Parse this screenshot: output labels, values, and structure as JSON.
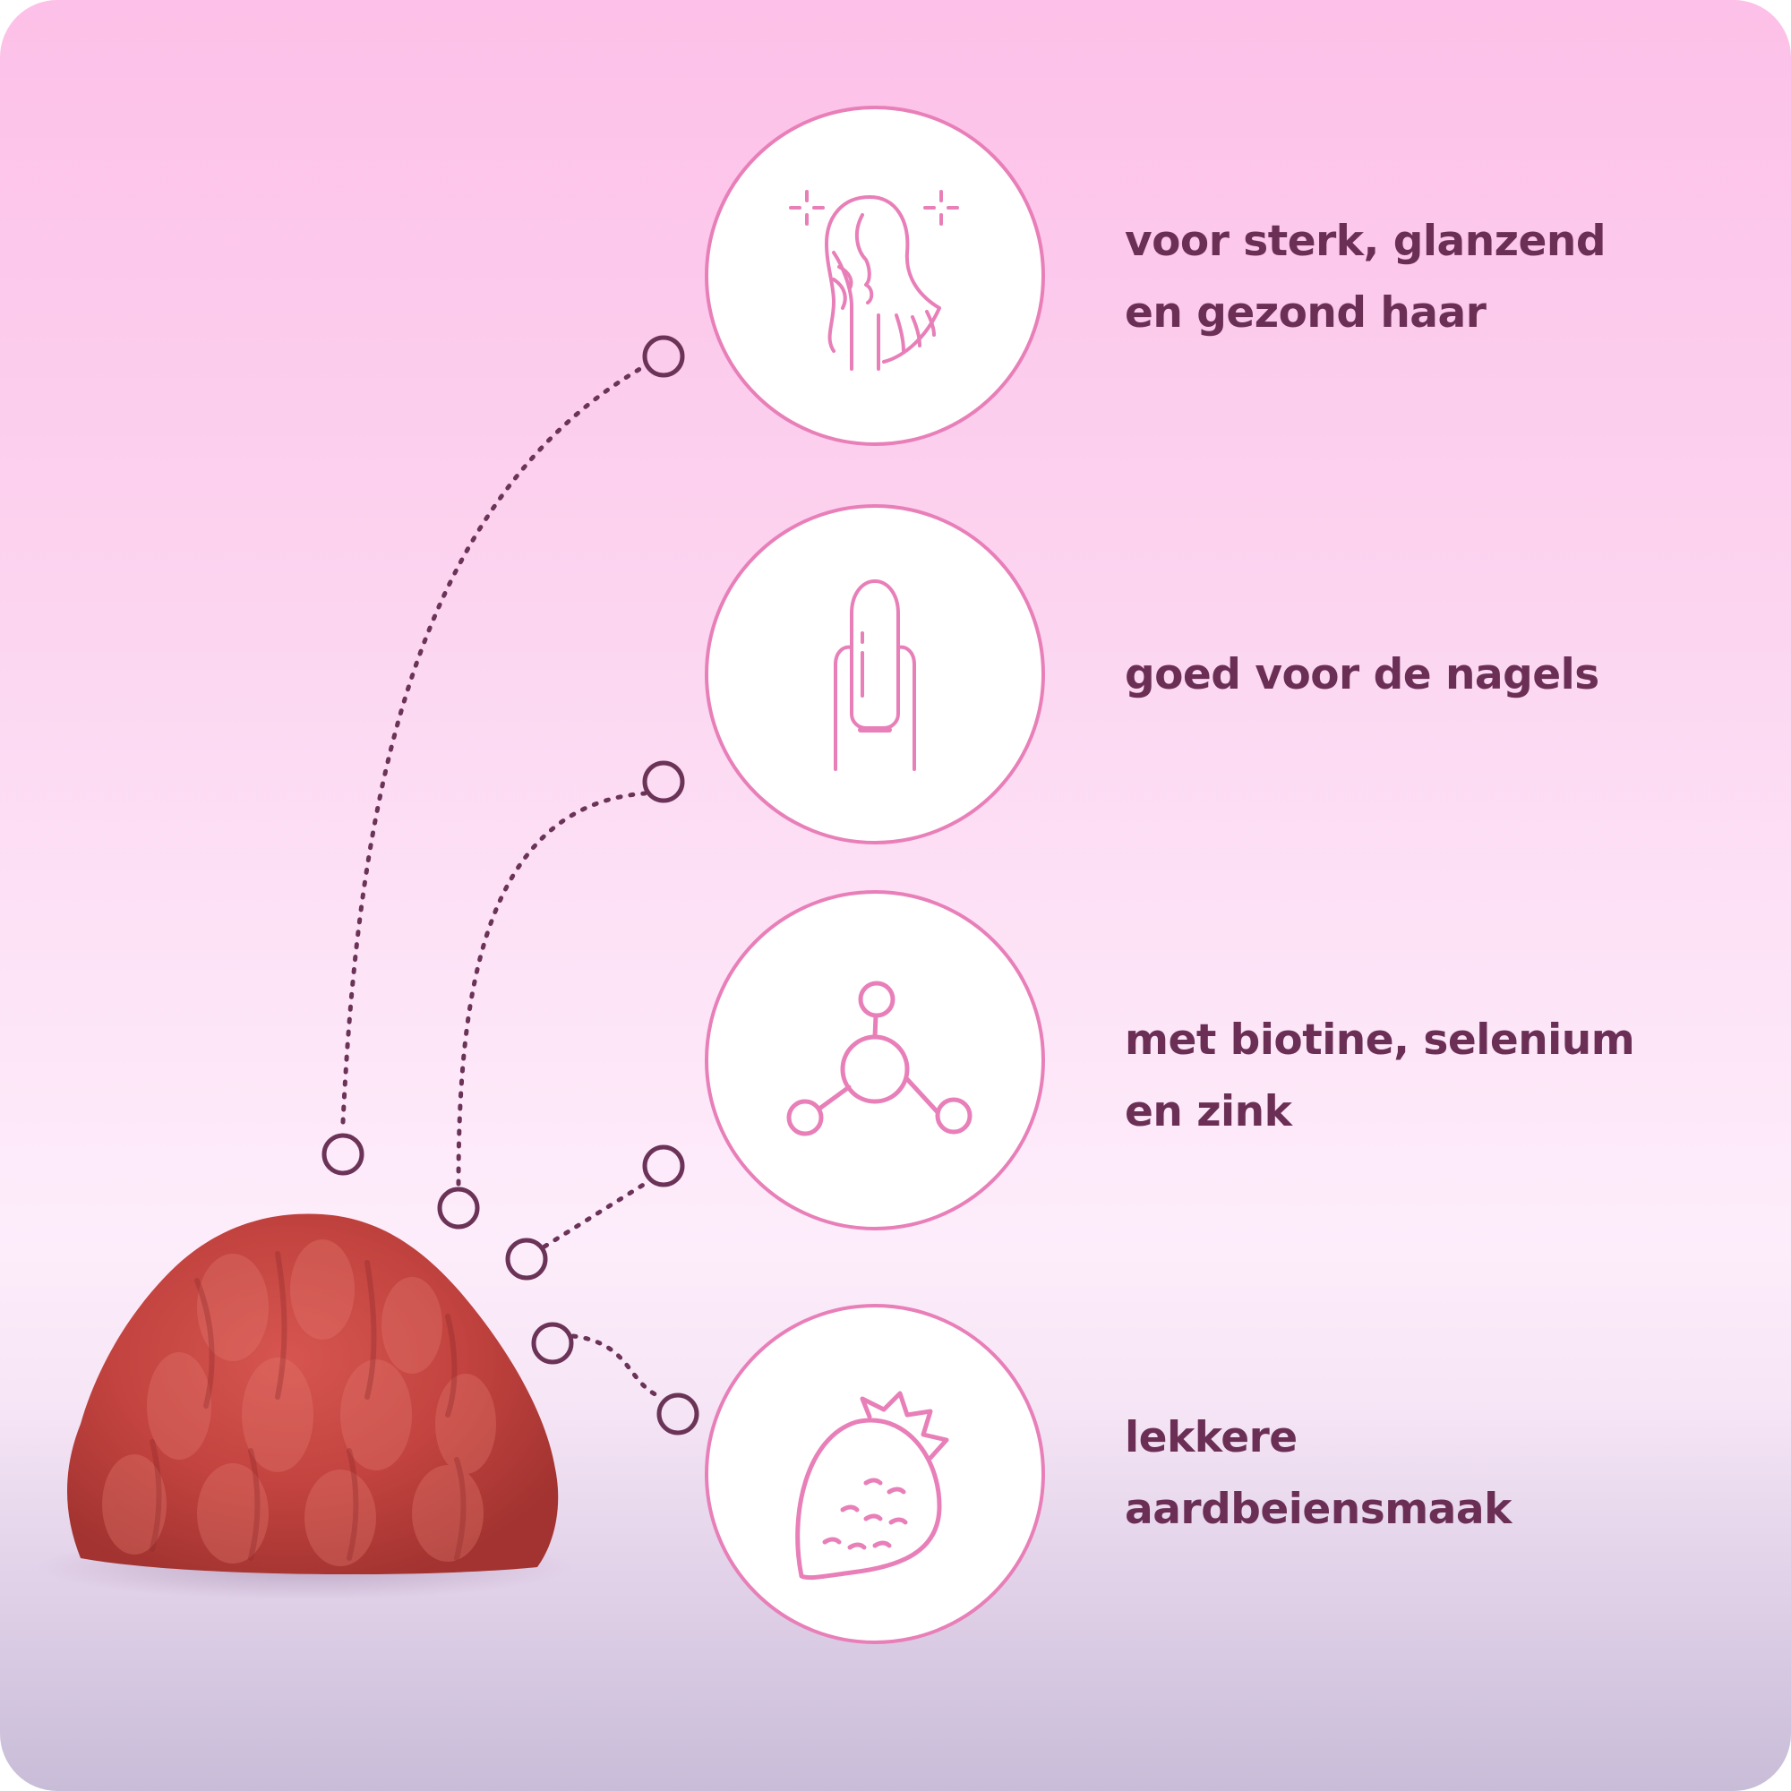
{
  "colors": {
    "accent_pink": "#e87fb8",
    "text_plum": "#6b2f56",
    "connector_plum": "#6a3357",
    "gummy_red": "#c2433f"
  },
  "features": [
    {
      "icon": "hair-shine-icon",
      "lines": [
        "voor sterk, glanzend",
        "en gezond haar"
      ]
    },
    {
      "icon": "nail-icon",
      "lines": [
        "goed voor de nagels"
      ]
    },
    {
      "icon": "molecule-icon",
      "lines": [
        "met biotine, selenium",
        "en zink"
      ]
    },
    {
      "icon": "strawberry-icon",
      "lines": [
        "lekkere",
        "aardbeiensmaak"
      ]
    }
  ]
}
